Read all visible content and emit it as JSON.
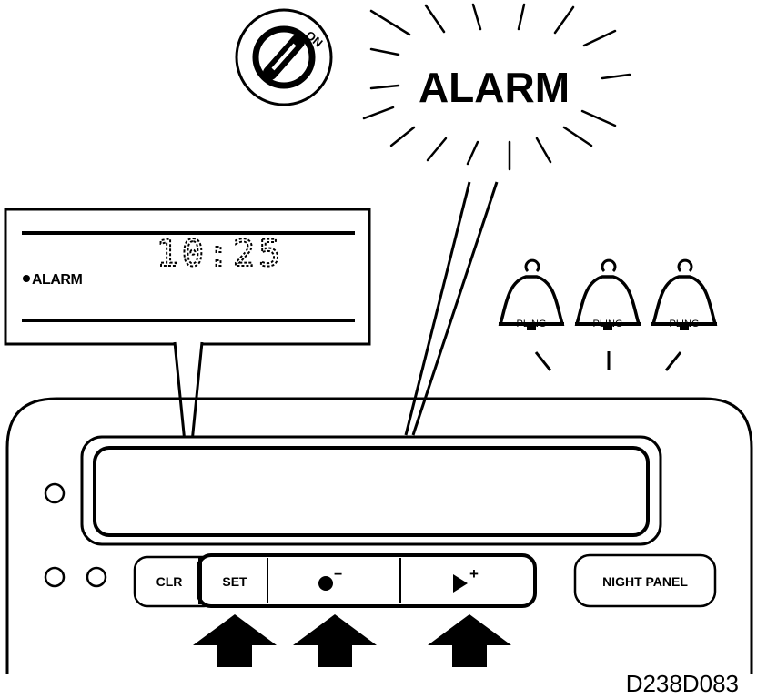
{
  "ignition": {
    "on_label": "ON"
  },
  "alarm_burst": {
    "text": "ALARM"
  },
  "callout": {
    "time": "10:25",
    "alarm_indicator": "ALARM"
  },
  "bells": [
    {
      "label": "PLING"
    },
    {
      "label": "PLING"
    },
    {
      "label": "PLING"
    }
  ],
  "panel": {
    "buttons": {
      "clr": "CLR",
      "set": "SET",
      "minus": "−",
      "plus": "+",
      "night_panel": "NIGHT PANEL"
    }
  },
  "figure_code": "D238D083"
}
